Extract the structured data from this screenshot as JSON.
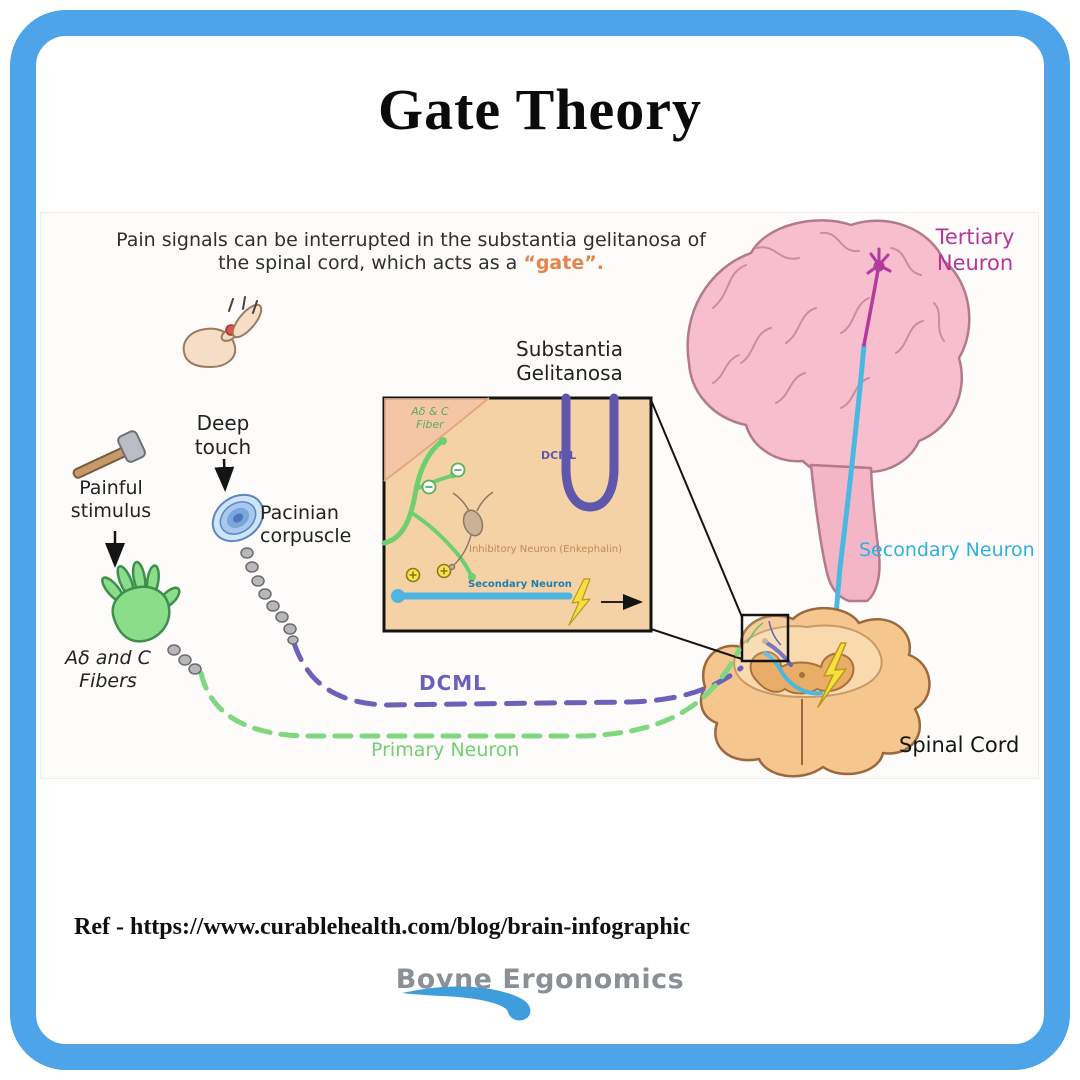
{
  "page": {
    "title": "Gate Theory",
    "reference": "Ref - https://www.curablehealth.com/blog/brain-infographic",
    "brand": "Boyne Ergonomics"
  },
  "diagram": {
    "intro_line1": "Pain signals can be interrupted in the substantia gelitanosa of",
    "intro_line2_prefix": "the spinal cord, which acts as a ",
    "intro_line2_gate": "“gate”.",
    "labels": {
      "deep_touch_1": "Deep",
      "deep_touch_2": "touch",
      "painful_1": "Painful",
      "painful_2": "stimulus",
      "fibers_1": "Aδ and C",
      "fibers_2": "Fibers",
      "pacinian_1": "Pacinian",
      "pacinian_2": "corpuscle",
      "substantia_1": "Substantia",
      "substantia_2": "Gelitanosa",
      "tertiary_1": "Tertiary",
      "tertiary_2": "Neuron",
      "secondary": "Secondary Neuron",
      "spinal_cord": "Spinal Cord",
      "dcml": "DCML",
      "primary": "Primary Neuron"
    },
    "inset": {
      "fiber_1": "Aδ & C",
      "fiber_2": "Fiber",
      "dcml": "DCML",
      "inhibitory": "Inhibitory Neuron (Enkephalin)",
      "secondary": "Secondary Neuron"
    },
    "colors": {
      "frame_blue": "#4da4e8",
      "gate_orange": "#e8824b",
      "primary_green": "#72cf72",
      "dcml_purple": "#6a62b8",
      "secondary_cyan": "#2fb0e0",
      "tertiary_magenta": "#b5369b",
      "brain_pink": "#f7bfce",
      "cord_tan": "#f5c68d"
    }
  }
}
